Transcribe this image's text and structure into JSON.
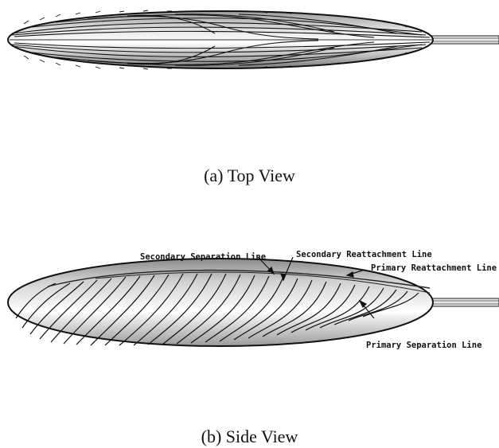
{
  "figure": {
    "top_view": {
      "caption": "(a) Top View"
    },
    "side_view": {
      "caption": "(b) Side View",
      "annotations": {
        "secondary_separation": "Secondary Separation Line",
        "secondary_reattachment": "Secondary Reattachment Line",
        "primary_reattachment": "Primary Reattachment Line",
        "primary_separation": "Primary Separation Line"
      }
    }
  }
}
